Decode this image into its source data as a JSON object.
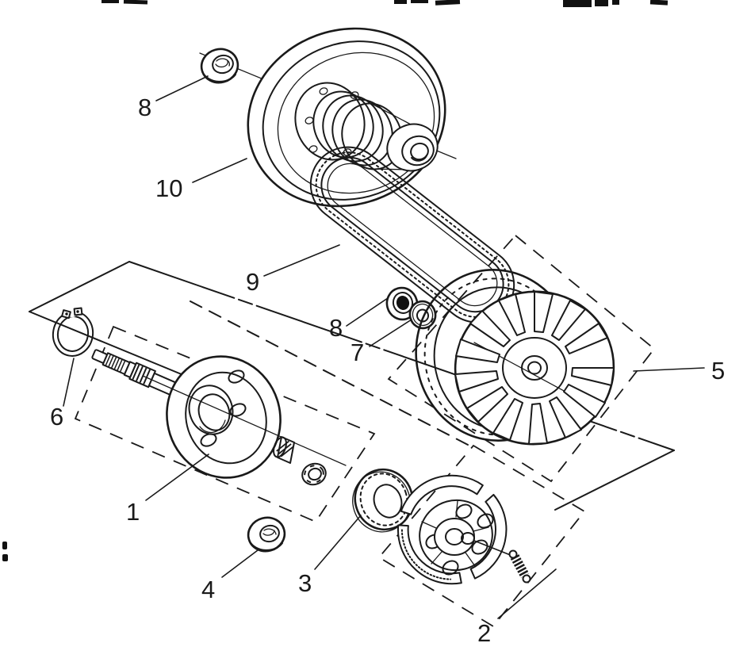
{
  "diagram": {
    "background_color": "#ffffff",
    "line_color": "#1a1a1a",
    "part_labels": [
      {
        "id": "8-top",
        "text": "8"
      },
      {
        "id": "10",
        "text": "10"
      },
      {
        "id": "9",
        "text": "9"
      },
      {
        "id": "8-mid",
        "text": "8"
      },
      {
        "id": "7",
        "text": "7"
      },
      {
        "id": "5",
        "text": "5"
      },
      {
        "id": "6",
        "text": "6"
      },
      {
        "id": "1",
        "text": "1"
      },
      {
        "id": "4",
        "text": "4"
      },
      {
        "id": "3",
        "text": "3"
      },
      {
        "id": "2",
        "text": "2"
      }
    ]
  }
}
